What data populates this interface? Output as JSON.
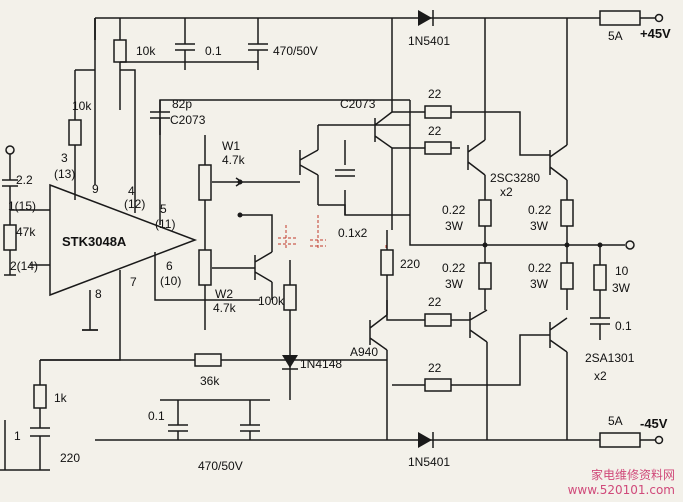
{
  "rails": {
    "pos": "+45V",
    "neg": "-45V"
  },
  "chip": {
    "name": "STK3048A",
    "pins": [
      "9",
      "4",
      "(12)",
      "5",
      "(11)",
      "6",
      "(10)",
      "7",
      "8",
      "3",
      "(13)",
      "1(15)",
      "2(14)"
    ]
  },
  "labels": {
    "r10k_top": "10k",
    "c01_top": "0.1",
    "c470_top": "470/50V",
    "r10k_left": "10k",
    "c82p": "82p",
    "c2073_chip": "C2073",
    "w1": "W1",
    "w1v": "4.7k",
    "w2": "W2",
    "w2v": "4.7k",
    "c2_2": "2.2",
    "r47k": "47k",
    "r100k": "100k",
    "c01x2": "0.1x2",
    "r220": "220",
    "c2073_top": "C2073",
    "r22a": "22",
    "r22b": "22",
    "r22c": "22",
    "r22d": "22",
    "q_npn": "2SC3280",
    "q_npn_x2": "x2",
    "q_pnp": "2SA1301",
    "q_pnp_x2": "x2",
    "r022a": "0.22",
    "r3wa": "3W",
    "r022b": "0.22",
    "r3wb": "3W",
    "r022c": "0.22",
    "r3wc": "3W",
    "r022d": "0.22",
    "r3wd": "3W",
    "r10_3w": "10",
    "r10_3w_b": "3W",
    "c01_out": "0.1",
    "a940": "A940",
    "d1n4148": "1N4148",
    "d1n5401_top": "1N5401",
    "d1n5401_bot": "1N5401",
    "f5a_top": "5A",
    "f5a_bot": "5A",
    "r36k": "36k",
    "r1k": "1k",
    "c1": "1",
    "c220": "220",
    "c01_bot": "0.1",
    "c470_bot": "470/50V"
  },
  "watermark": {
    "cn": "家电维修资料网",
    "url": "www.520101.com"
  }
}
